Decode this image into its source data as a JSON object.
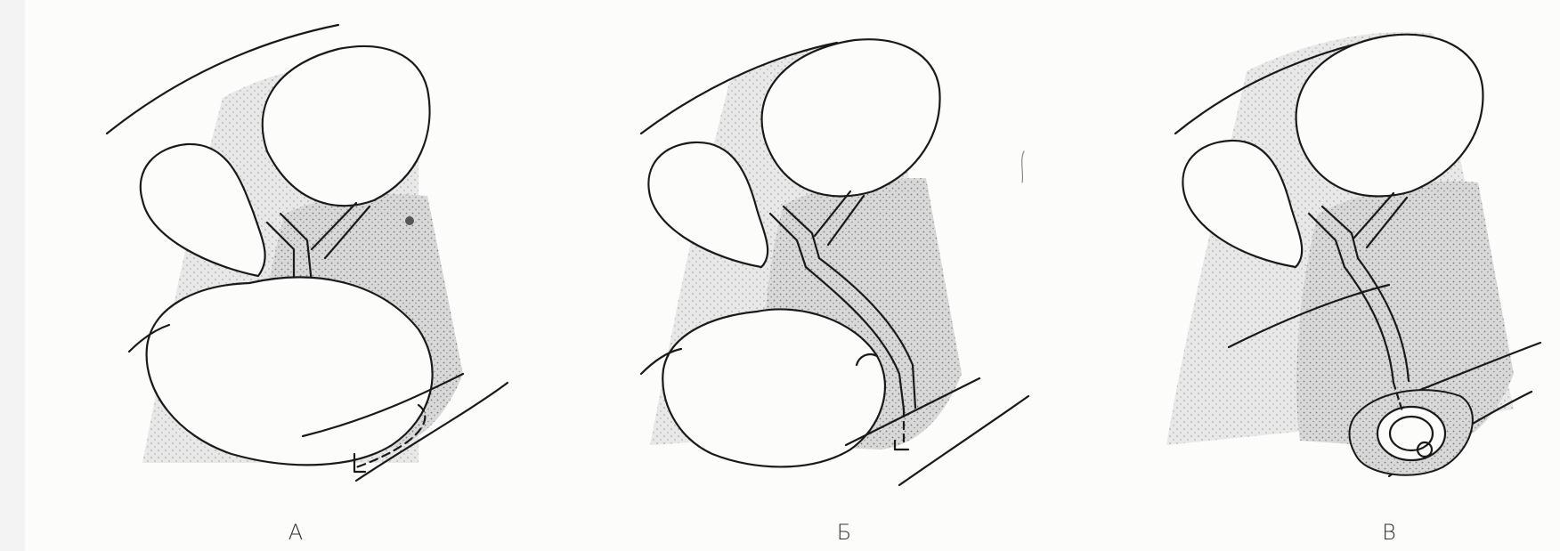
{
  "panels": [
    {
      "label": "А"
    },
    {
      "label": "Б"
    },
    {
      "label": "В"
    }
  ]
}
